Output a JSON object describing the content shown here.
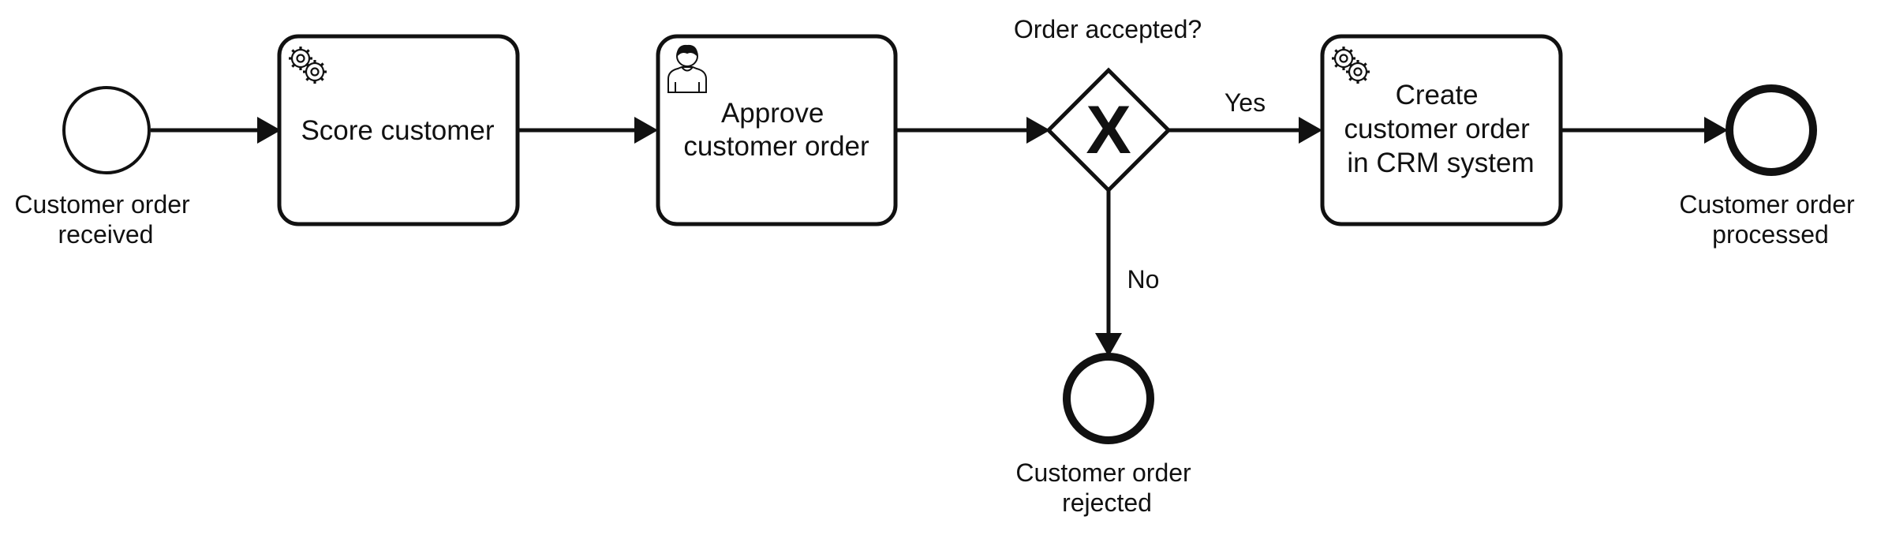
{
  "start_event": {
    "label_lines": [
      "Customer order",
      "received"
    ]
  },
  "tasks": {
    "score": {
      "type_icon": "gears-icon",
      "label_lines": [
        "Score customer"
      ]
    },
    "approve": {
      "type_icon": "user-icon",
      "label_lines": [
        "Approve",
        "customer order"
      ]
    },
    "create": {
      "type_icon": "gears-icon",
      "label_lines": [
        "Create",
        "customer order",
        "in CRM system"
      ]
    }
  },
  "gateway": {
    "question": "Order accepted?",
    "marker": "X",
    "yes_label": "Yes",
    "no_label": "No"
  },
  "end_events": {
    "processed": {
      "label_lines": [
        "Customer order",
        "processed"
      ]
    },
    "rejected": {
      "label_lines": [
        "Customer order",
        "rejected"
      ]
    }
  },
  "colors": {
    "stroke": "#111111",
    "fill": "#ffffff"
  }
}
